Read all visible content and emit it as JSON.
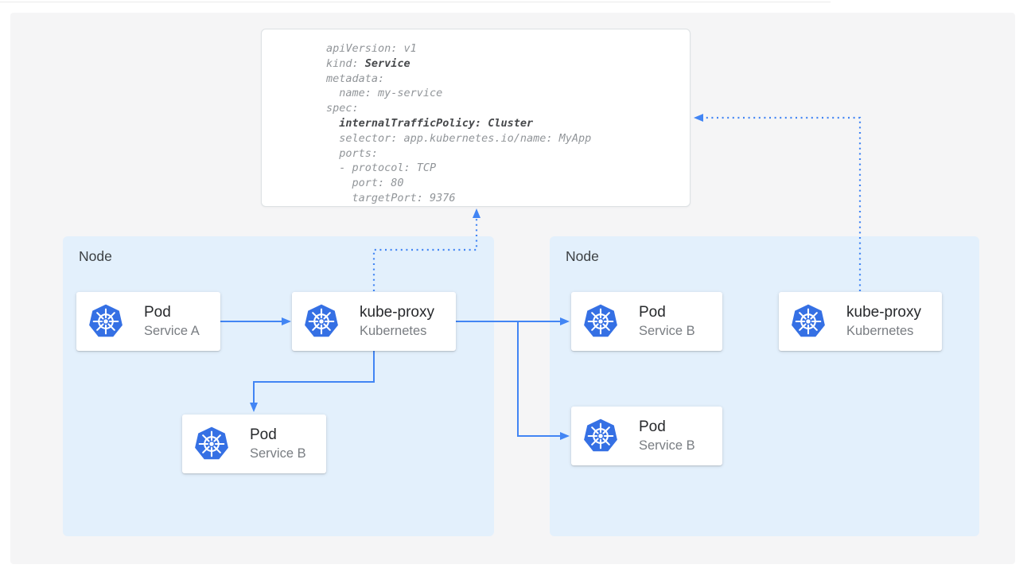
{
  "colors": {
    "panel_bg": "#f5f5f6",
    "node_bg": "#e3f0fc",
    "card_bg": "#ffffff",
    "arrow_blue": "#4285f4",
    "k8s_blue": "#3570e4",
    "title_text": "#27292c",
    "subtitle_text": "#797d82",
    "node_label_text": "#3c4043",
    "code_text": "#919599",
    "code_bold_text": "#46484b",
    "box_border": "#dde1e4",
    "hairline": "#ebebeb"
  },
  "yaml_box": {
    "lines": [
      {
        "indent": 0,
        "segments": [
          {
            "text": "apiVersion: v1",
            "bold": false
          }
        ]
      },
      {
        "indent": 0,
        "segments": [
          {
            "text": "kind: ",
            "bold": false
          },
          {
            "text": "Service",
            "bold": true
          }
        ]
      },
      {
        "indent": 0,
        "segments": [
          {
            "text": "metadata:",
            "bold": false
          }
        ]
      },
      {
        "indent": 1,
        "segments": [
          {
            "text": "name: my-service",
            "bold": false
          }
        ]
      },
      {
        "indent": 0,
        "segments": [
          {
            "text": "spec:",
            "bold": false
          }
        ]
      },
      {
        "indent": 1,
        "segments": [
          {
            "text": "internalTrafficPolicy: Cluster",
            "bold": true
          }
        ]
      },
      {
        "indent": 1,
        "segments": [
          {
            "text": "selector: app.kubernetes.io/name: MyApp",
            "bold": false
          }
        ]
      },
      {
        "indent": 1,
        "segments": [
          {
            "text": "ports:",
            "bold": false
          }
        ]
      },
      {
        "indent": 1,
        "segments": [
          {
            "text": "- protocol: TCP",
            "bold": false
          }
        ]
      },
      {
        "indent": 2,
        "segments": [
          {
            "text": "port: 80",
            "bold": false
          }
        ]
      },
      {
        "indent": 2,
        "segments": [
          {
            "text": "targetPort: 9376",
            "bold": false
          }
        ]
      }
    ]
  },
  "nodes": {
    "left": {
      "label": "Node"
    },
    "right": {
      "label": "Node"
    }
  },
  "cards": {
    "pod_a": {
      "title": "Pod",
      "subtitle": "Service A",
      "icon": "kubernetes-icon"
    },
    "kube_proxy_left": {
      "title": "kube-proxy",
      "subtitle": "Kubernetes",
      "icon": "kubernetes-icon"
    },
    "pod_b_left": {
      "title": "Pod",
      "subtitle": "Service B",
      "icon": "kubernetes-icon"
    },
    "pod_b_right_top": {
      "title": "Pod",
      "subtitle": "Service B",
      "icon": "kubernetes-icon"
    },
    "pod_b_right_bottom": {
      "title": "Pod",
      "subtitle": "Service B",
      "icon": "kubernetes-icon"
    },
    "kube_proxy_right": {
      "title": "kube-proxy",
      "subtitle": "Kubernetes",
      "icon": "kubernetes-icon"
    }
  }
}
